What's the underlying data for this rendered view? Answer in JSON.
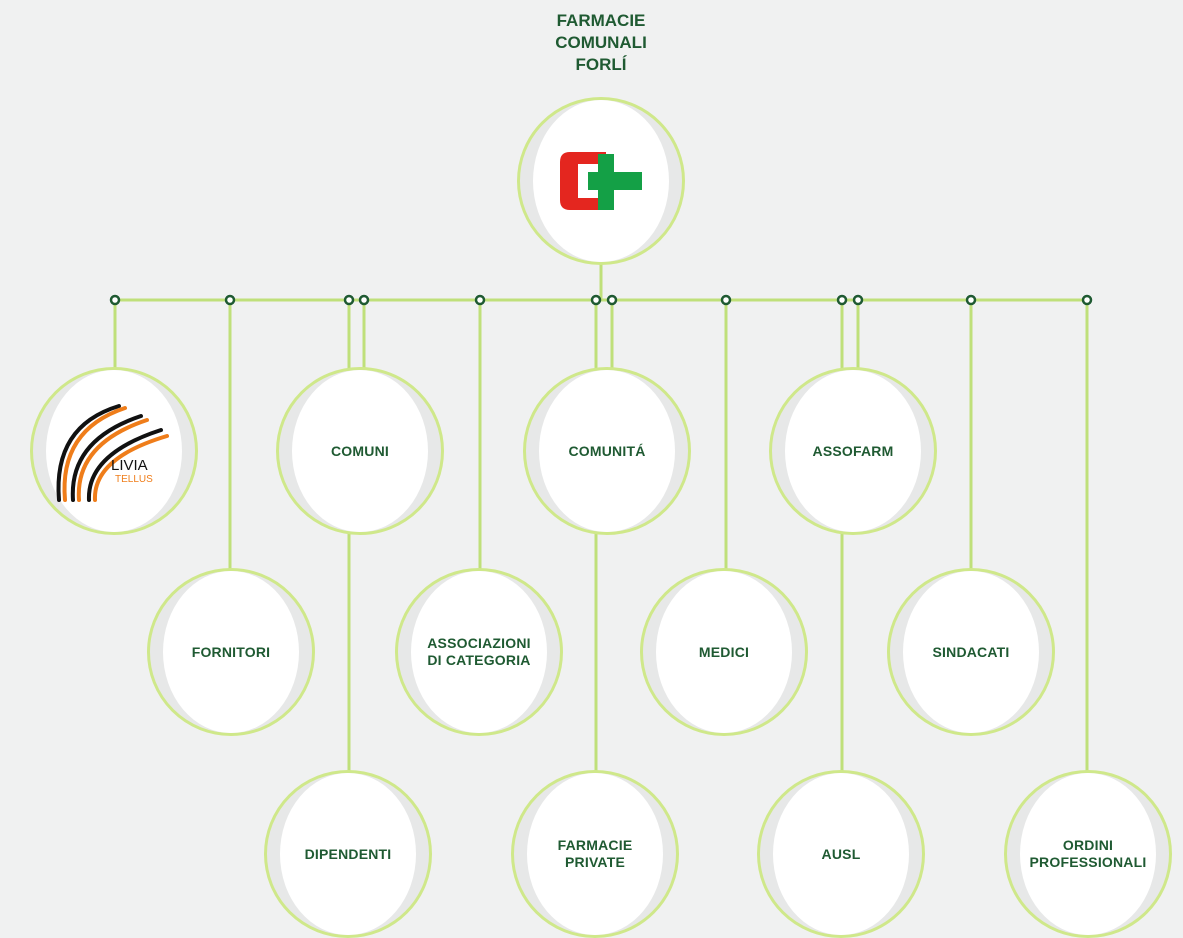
{
  "title": "FARMACIE\nCOMUNALI\nFORLÍ",
  "colors": {
    "background": "#f0f1f1",
    "line": "#bfe07a",
    "ring": "#cfe88a",
    "label": "#1f5a32",
    "dot": "#1f5a32",
    "logo_red": "#e4261f",
    "logo_green": "#14a046",
    "livia_orange": "#ef7d1a"
  },
  "root": {
    "id": "root",
    "icon": "farmacie-cross-logo-icon"
  },
  "nodes": [
    {
      "id": "livia-tellus",
      "label": "",
      "logo": {
        "icon": "livia-tellus-logo-icon",
        "word1": "LIVIA",
        "word2": "TELLUS"
      }
    },
    {
      "id": "fornitori",
      "label": "FORNITORI"
    },
    {
      "id": "comuni",
      "label": "COMUNI"
    },
    {
      "id": "dipendenti",
      "label": "DIPENDENTI"
    },
    {
      "id": "associazioni",
      "label": "ASSOCIAZIONI\nDI CATEGORIA"
    },
    {
      "id": "comunita",
      "label": "COMUNITÁ"
    },
    {
      "id": "farmacie-private",
      "label": "FARMACIE\nPRIVATE"
    },
    {
      "id": "medici",
      "label": "MEDICI"
    },
    {
      "id": "assofarm",
      "label": "ASSOFARM"
    },
    {
      "id": "ausl",
      "label": "AUSL"
    },
    {
      "id": "sindacati",
      "label": "SINDACATI"
    },
    {
      "id": "ordini-professionali",
      "label": "ORDINI\nPROFESSIONALI"
    }
  ]
}
